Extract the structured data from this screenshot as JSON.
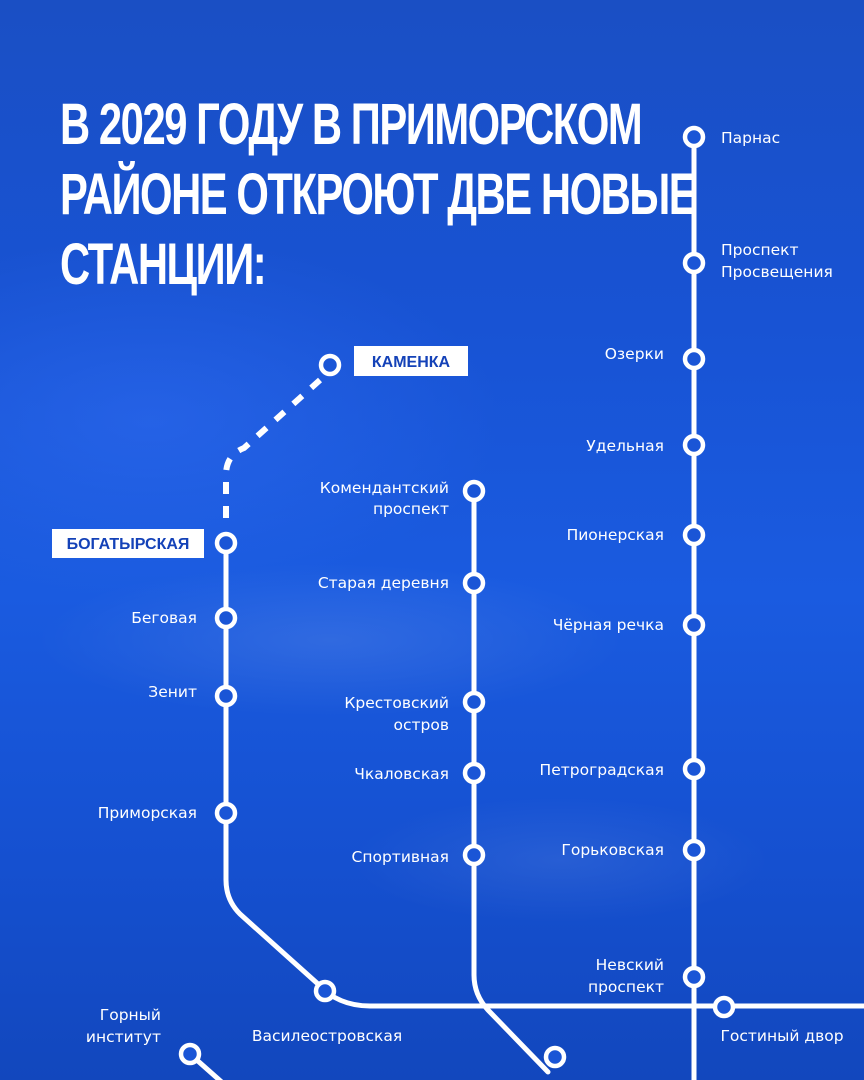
{
  "title": {
    "line1": "В 2029 ГОДУ В ПРИМОРСКОМ",
    "line2": "РАЙОНЕ ОТКРОЮТ ДВЕ НОВЫЕ",
    "line3": "СТАНЦИИ:"
  },
  "new_stations": {
    "kamenka": "КАМЕНКА",
    "bogatyrskaya": "БОГАТЫРСКАЯ"
  },
  "line3_stations": {
    "begovaya": "Беговая",
    "zenit": "Зенит",
    "primorskaya": "Приморская",
    "vasileostrovskaya": "Василеостровская",
    "gorny_1": "Горный",
    "gorny_2": "институт"
  },
  "line5_stations": {
    "komendantsky_1": "Комендантский",
    "komendantsky_2": "проспект",
    "staraya_derevnya": "Старая деревня",
    "krestovsky_1": "Крестовский",
    "krestovsky_2": "остров",
    "chkalovskaya": "Чкаловская",
    "sportivnaya": "Спортивная"
  },
  "line2_stations": {
    "parnas": "Парнас",
    "prosvescheniya_1": "Проспект",
    "prosvescheniya_2": "Просвещения",
    "ozerki": "Озерки",
    "udelnaya": "Удельная",
    "pionerskaya": "Пионерская",
    "chernaya_rechka": "Чёрная речка",
    "petrogradskaya": "Петроградская",
    "gorkovskaya": "Горьковская",
    "nevsky_1": "Невский",
    "nevsky_2": "проспект",
    "gostiny_dvor": "Гостиный двор"
  },
  "colors": {
    "background": "#1853d4",
    "line": "#ffffff",
    "label_text": "#1442b8"
  }
}
